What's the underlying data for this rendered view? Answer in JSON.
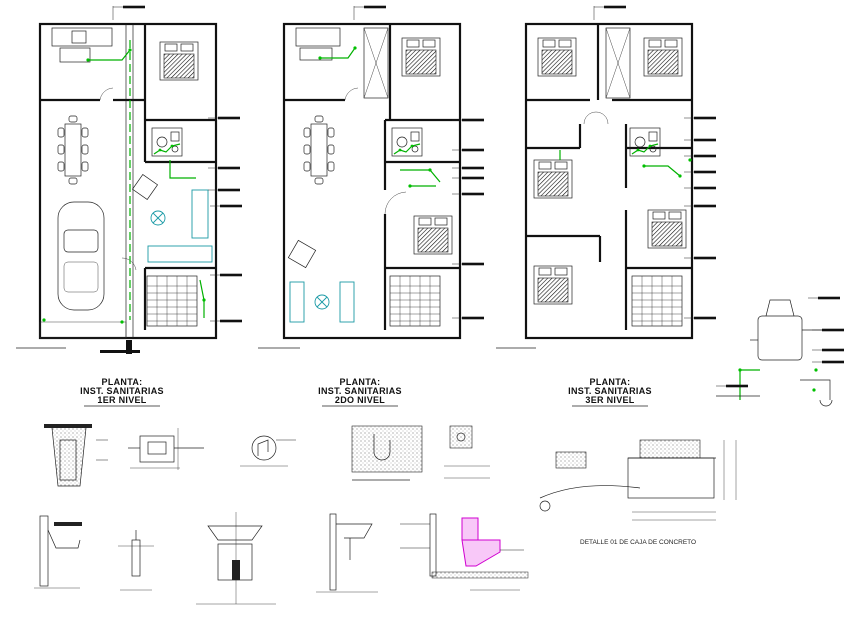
{
  "plans": [
    {
      "line1": "PLANTA:",
      "line2": "INST. SANITARIAS",
      "line3": "1ER NIVEL"
    },
    {
      "line1": "PLANTA:",
      "line2": "INST. SANITARIAS",
      "line3": "2DO NIVEL"
    },
    {
      "line1": "PLANTA:",
      "line2": "INST. SANITARIAS",
      "line3": "3ER NIVEL"
    }
  ],
  "detail_box_caption": "DETALLE 01 DE CAJA DE CONCRETO",
  "colors": {
    "pipe": "#00b000",
    "furniture": "#1a9aa6",
    "toilet": "#d000d0",
    "line": "#111111"
  }
}
